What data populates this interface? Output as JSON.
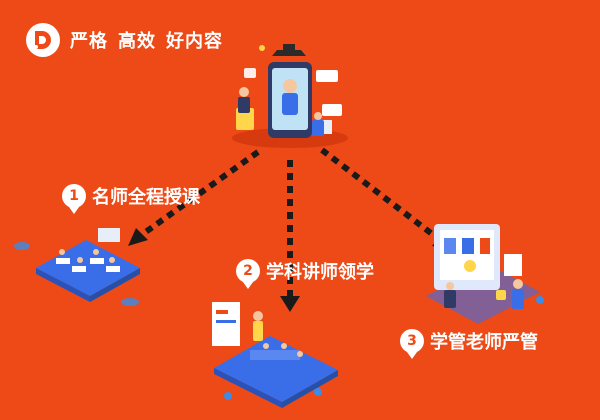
{
  "brand": {
    "logo_icon": "d-logo-icon",
    "slogan": [
      "严格",
      "高效",
      "好内容"
    ]
  },
  "hero": {
    "illustration": "teacher-in-phone-illustration"
  },
  "steps": [
    {
      "number": "1",
      "label": "名师全程授课",
      "illustration": "classroom-illustration"
    },
    {
      "number": "2",
      "label": "学科讲师领学",
      "illustration": "meeting-illustration"
    },
    {
      "number": "3",
      "label": "学管老师严管",
      "illustration": "dashboard-illustration"
    }
  ],
  "colors": {
    "background": "#ee4a17",
    "white": "#ffffff",
    "arrow": "#1a1a1a",
    "iso_blue": "#3a6ee8"
  }
}
